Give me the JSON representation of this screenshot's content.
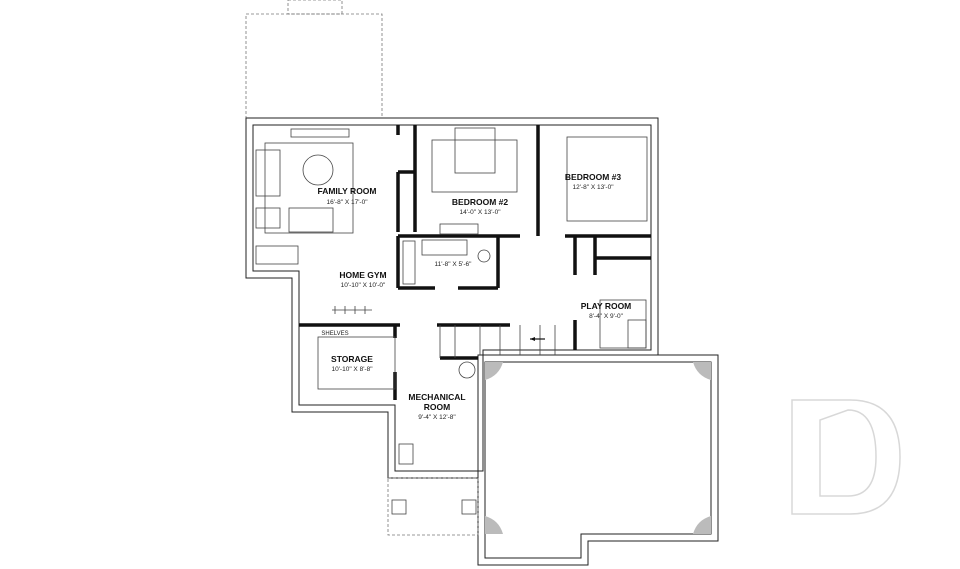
{
  "plan": {
    "rooms": [
      {
        "name": "FAMILY ROOM",
        "dims": "16'-8\" X 17'-0\""
      },
      {
        "name": "BEDROOM #2",
        "dims": "14'-0\" X 13'-0\""
      },
      {
        "name": "BEDROOM #3",
        "dims": "12'-8\" X 13'-0\""
      },
      {
        "name": "HOME GYM",
        "dims": "10'-10\" X 10'-0\""
      },
      {
        "name": "",
        "dims": "11'-8\" X 5'-6\""
      },
      {
        "name": "PLAY ROOM",
        "dims": "8'-4\" X 9'-0\""
      },
      {
        "name": "STORAGE",
        "dims": "10'-10\" X 8'-8\""
      },
      {
        "name": "MECHANICAL",
        "name2": "ROOM",
        "dims": "9'-4\" X 12'-8\""
      }
    ],
    "shelves_label": "SHELVES",
    "watermark": "D"
  },
  "colors": {
    "wall": "#222222",
    "watermark": "#d8d8d8"
  }
}
